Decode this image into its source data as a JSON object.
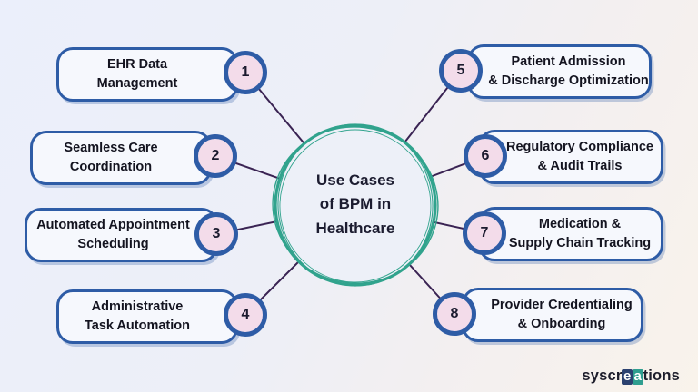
{
  "title": {
    "line1": "Use Cases",
    "line2": "of BPM in",
    "line3": "Healthcare"
  },
  "items": [
    {
      "number": "1",
      "line1": "EHR Data",
      "line2": "Management"
    },
    {
      "number": "2",
      "line1": "Seamless Care",
      "line2": "Coordination"
    },
    {
      "number": "3",
      "line1": "Automated Appointment",
      "line2": "Scheduling"
    },
    {
      "number": "4",
      "line1": "Administrative",
      "line2": "Task Automation"
    },
    {
      "number": "5",
      "line1": "Patient Admission",
      "line2": "& Discharge Optimization"
    },
    {
      "number": "6",
      "line1": "Regulatory Compliance",
      "line2": "& Audit Trails"
    },
    {
      "number": "7",
      "line1": "Medication &",
      "line2": "Supply Chain Tracking"
    },
    {
      "number": "8",
      "line1": "Provider Credentialing",
      "line2": "& Onboarding"
    }
  ],
  "logo": {
    "part1": "syscr",
    "part2": "e",
    "part3": "a",
    "part4": "tions"
  },
  "colors": {
    "box_border": "#2e5ca6",
    "box_fill": "#f6f8fd",
    "number_circle_fill": "#f3dcea",
    "connector_line": "#3a2353",
    "center_ring": "#31a38d",
    "background_start": "#ebeffb",
    "background_end": "#f9f3eb",
    "logo_e_block": "#2b4170",
    "logo_a_block": "#2f9e8f"
  }
}
